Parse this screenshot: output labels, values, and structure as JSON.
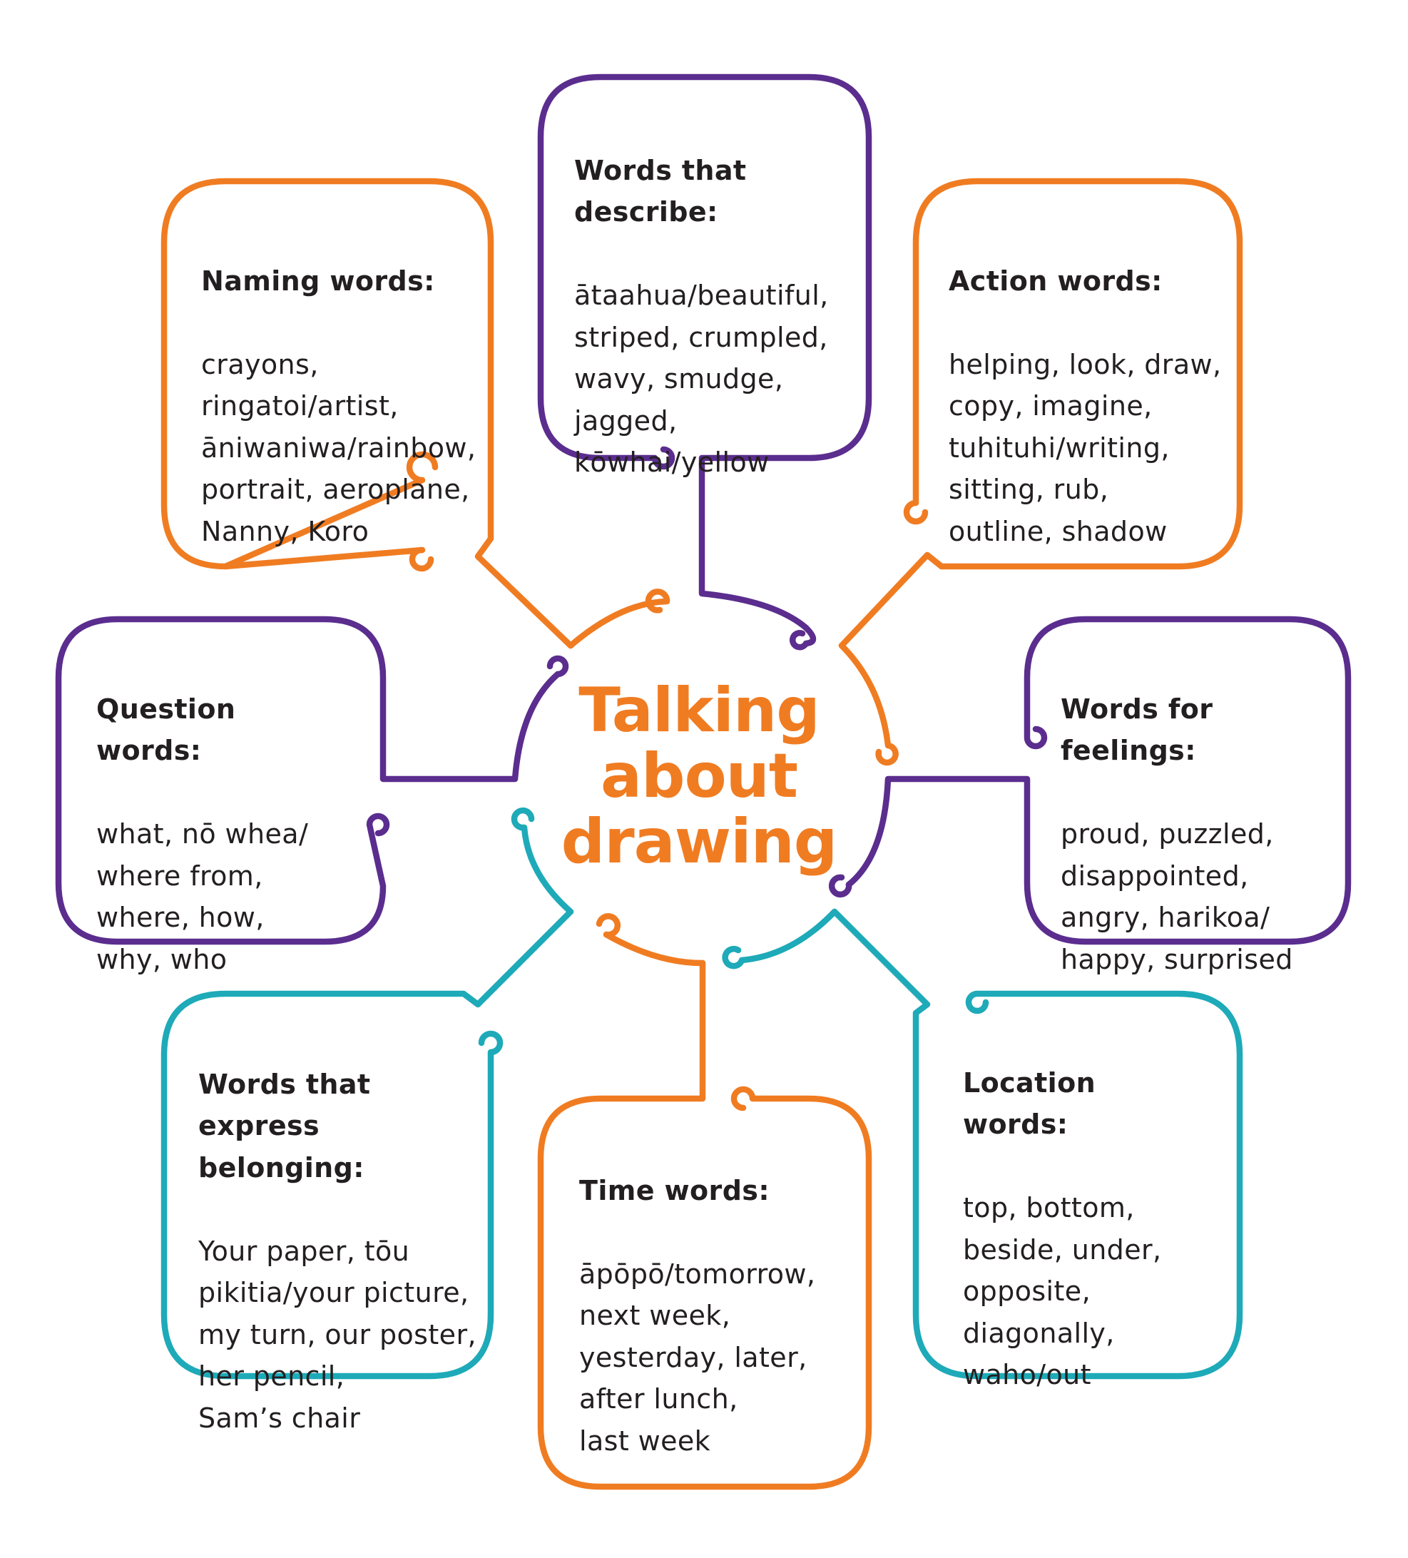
{
  "colors": {
    "orange": "#f07c22",
    "purple": "#5b2d8e",
    "teal": "#1eaab8",
    "text": "#231f20"
  },
  "center": {
    "title": "Talking\nabout\ndrawing",
    "color": "#f07c22"
  },
  "boxes": {
    "naming": {
      "heading": "Naming words:",
      "body": "crayons,\nringatoi/artist,\nāniwaniwa/rainbow,\nportrait, aeroplane,\nNanny, Koro",
      "color": "#f07c22"
    },
    "describe": {
      "heading": "Words that\ndescribe:",
      "body": "ātaahua/beautiful,\nstriped, crumpled,\nwavy, smudge,\njagged,\nkōwhai/yellow",
      "color": "#5b2d8e"
    },
    "action": {
      "heading": "Action words:",
      "body": "helping, look, draw,\ncopy, imagine,\ntuhituhi/writing,\nsitting, rub,\noutline, shadow",
      "color": "#f07c22"
    },
    "question": {
      "heading": "Question\nwords:",
      "body": "what, nō whea/\nwhere from,\nwhere, how,\nwhy, who",
      "color": "#5b2d8e"
    },
    "feelings": {
      "heading": "Words for\nfeelings:",
      "body": "proud, puzzled,\ndisappointed,\nangry, harikoa/\nhappy, surprised",
      "color": "#5b2d8e"
    },
    "belonging": {
      "heading": "Words that\nexpress\nbelonging:",
      "body": "Your paper, tōu\npikitia/your picture,\nmy turn, our poster,\nher pencil,\nSam’s chair",
      "color": "#1eaab8"
    },
    "time": {
      "heading": "Time words:",
      "body": "āpōpō/tomorrow,\nnext week,\nyesterday, later,\nafter lunch,\nlast week",
      "color": "#f07c22"
    },
    "location": {
      "heading": "Location\nwords:",
      "body": "top, bottom,\nbeside, under,\nopposite,\ndiagonally,\nwaho/out",
      "color": "#1eaab8"
    }
  }
}
